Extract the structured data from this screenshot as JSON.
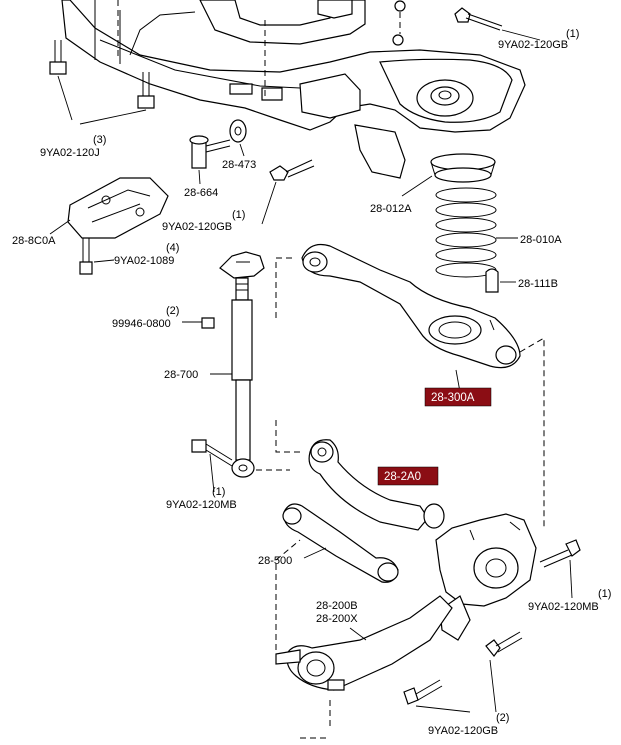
{
  "labels": {
    "top_right_qty": "(1)",
    "top_right_code": "9YA02-120GB",
    "left_bolt_qty": "(3)",
    "left_bolt_code": "9YA02-120J",
    "p28_473": "28-473",
    "p28_664": "28-664",
    "mid_bolt_qty": "(1)",
    "mid_bolt_code": "9YA02-120GB",
    "p28_8c0a": "28-8C0A",
    "bracket_bolt_qty": "(4)",
    "bracket_bolt_code": "9YA02-1089",
    "nut_qty": "(2)",
    "nut_code": "99946-0800",
    "p28_012a": "28-012A",
    "p28_010a": "28-010A",
    "p28_111b": "28-111B",
    "p28_700": "28-700",
    "p28_300a": "28-300A",
    "shock_bolt_qty": "(1)",
    "shock_bolt_code": "9YA02-120MB",
    "p28_2a0": "28-2A0",
    "p28_500": "28-500",
    "knuckle_bolt_qty": "(1)",
    "knuckle_bolt_code": "9YA02-120MB",
    "p28_200b": "28-200B",
    "p28_200x": "28-200X",
    "bottom_qty": "(2)",
    "bottom_code": "9YA02-120GB"
  },
  "colors": {
    "highlight": "#8b0d14",
    "highlight_text": "#ffffff",
    "line": "#000000"
  }
}
